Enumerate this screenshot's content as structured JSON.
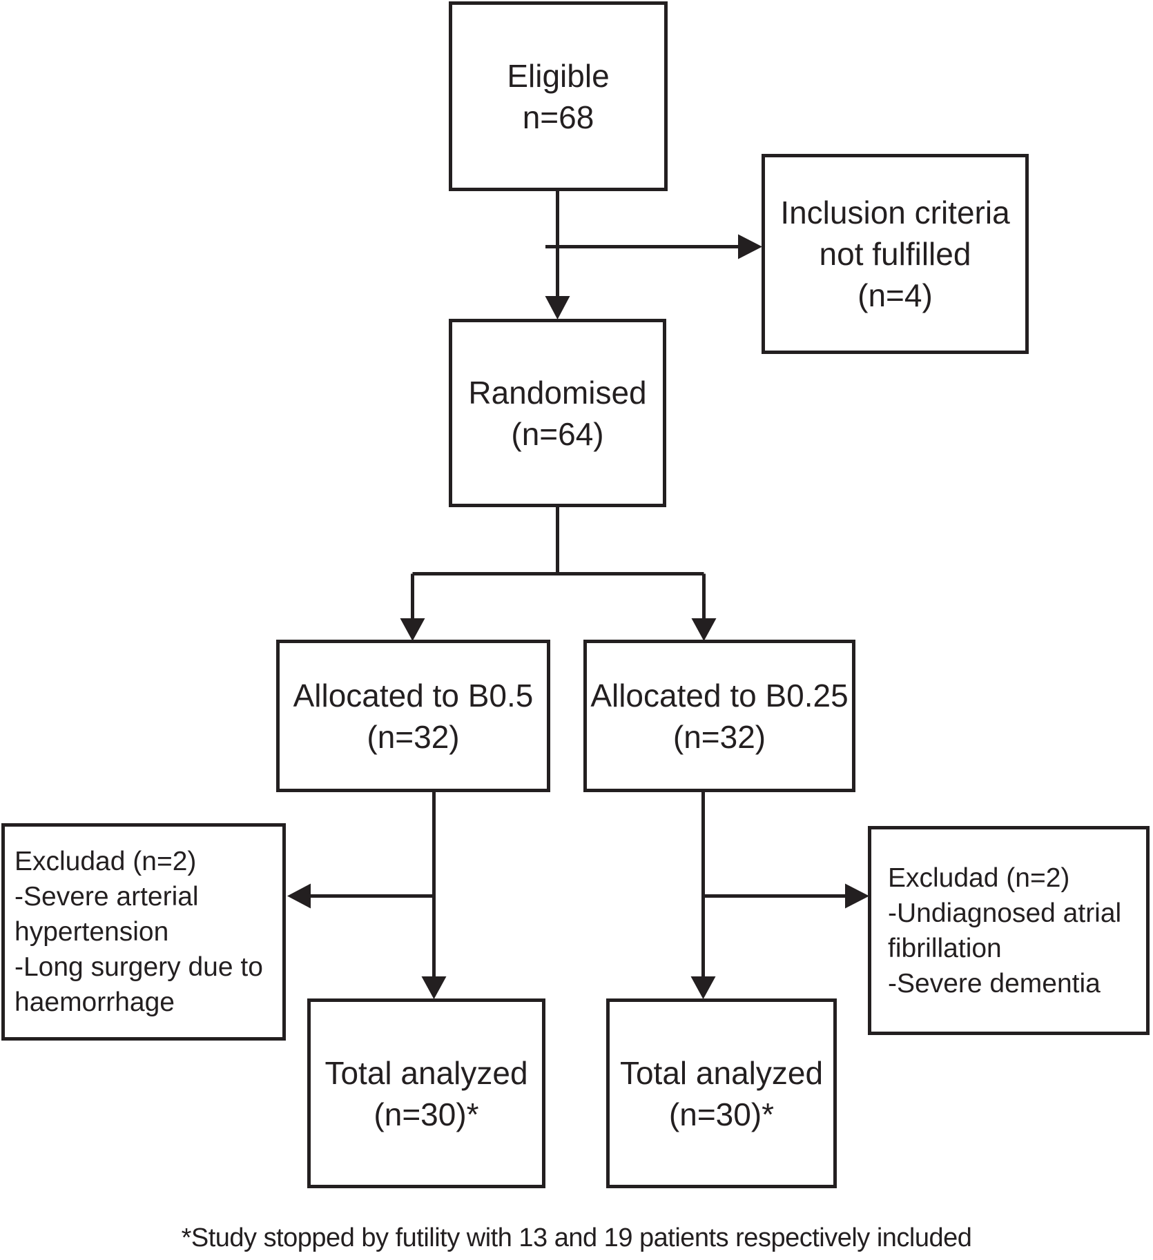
{
  "figure": {
    "colors": {
      "ink": "#231f20",
      "background": "#ffffff"
    },
    "boxes": {
      "eligible": {
        "lines": [
          "Eligible",
          "n=68"
        ]
      },
      "inclusion_not_fulfilled": {
        "lines": [
          "Inclusion criteria",
          "not fulfilled",
          "(n=4)"
        ]
      },
      "randomised": {
        "lines": [
          "Randomised",
          "(n=64)"
        ]
      },
      "allocated_b05": {
        "lines": [
          "Allocated to B0.5",
          "(n=32)"
        ]
      },
      "allocated_b025": {
        "lines": [
          "Allocated to B0.25",
          "(n=32)"
        ]
      },
      "excluded_b05": {
        "lines": [
          "Excludad (n=2)",
          "-Severe arterial",
          "hypertension",
          "-Long surgery due to",
          "haemorrhage"
        ]
      },
      "excluded_b025": {
        "lines": [
          "Excludad (n=2)",
          "-Undiagnosed atrial",
          "fibrillation",
          "-Severe dementia"
        ]
      },
      "total_analyzed_b05": {
        "lines": [
          "Total analyzed",
          "(n=30)*"
        ]
      },
      "total_analyzed_b025": {
        "lines": [
          "Total analyzed",
          "(n=30)*"
        ]
      }
    },
    "footnote": "*Study stopped by futility with 13 and 19 patients respectively included"
  }
}
